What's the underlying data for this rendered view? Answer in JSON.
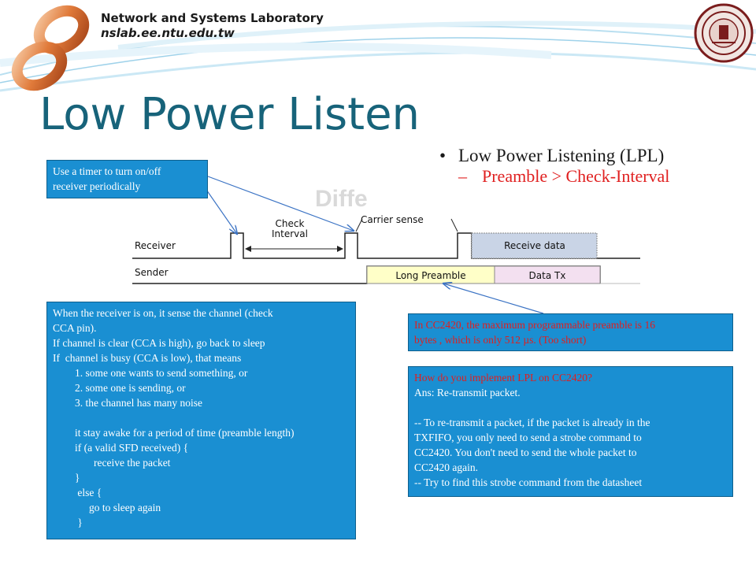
{
  "header": {
    "lab_name": "Network and Systems Laboratory",
    "lab_url": "nslab.ee.ntu.edu.tw"
  },
  "slide": {
    "title": "Low Power Listen",
    "bullet": "Low Power Listening (LPL)",
    "sub_bullet": "Preamble > Check-Interval"
  },
  "diagram": {
    "receiver_label": "Receiver",
    "sender_label": "Sender",
    "check_interval_label_line1": "Check",
    "check_interval_label_line2": "Interval",
    "carrier_sense_label": "Carrier sense",
    "receive_data_label": "Receive data",
    "long_preamble_label": "Long Preamble",
    "data_tx_label": "Data Tx",
    "faded_text": "Diffe"
  },
  "callouts": {
    "timer": {
      "lines": [
        "Use a timer to turn on/off",
        "receiver periodically"
      ]
    },
    "receiver_on": {
      "lines": [
        "When the receiver is on, it sense the channel (check",
        "CCA pin).",
        "If channel is clear (CCA is high), go back to sleep",
        "If  channel is busy (CCA is low), that means",
        "1. some one wants to send something, or",
        "2. some one is sending, or",
        "3. the channel has many noise",
        "",
        "it stay awake for a period of time (preamble length)",
        "if (a valid SFD received) {",
        "receive the packet",
        "}",
        " else {",
        "go to sleep again",
        " }"
      ]
    },
    "cc2420_note": {
      "lines": [
        "In CC2420, the maximum programmable preamble is 16",
        "bytes , which is only 512 µs. (Too short)"
      ]
    },
    "implement": {
      "lines": [
        "How do you implement LPL on CC2420?",
        "Ans: Re-transmit packet.",
        "",
        "-- To re-transmit a packet, if the packet is already in the",
        "TXFIFO, you only need to send a strobe command to",
        "CC2420. You don't need to send the whole packet to",
        "CC2420 again.",
        "-- Try to find this strobe command from the datasheet"
      ]
    }
  },
  "colors": {
    "title": "#17637a",
    "callout_fill": "#1a8fd2",
    "callout_red_text": "#e21d1d",
    "sub_bullet": "#e02020",
    "receive_data_fill": "#c9d4e6",
    "long_preamble_fill": "#ffffc8",
    "data_tx_fill": "#f3e0f0"
  }
}
